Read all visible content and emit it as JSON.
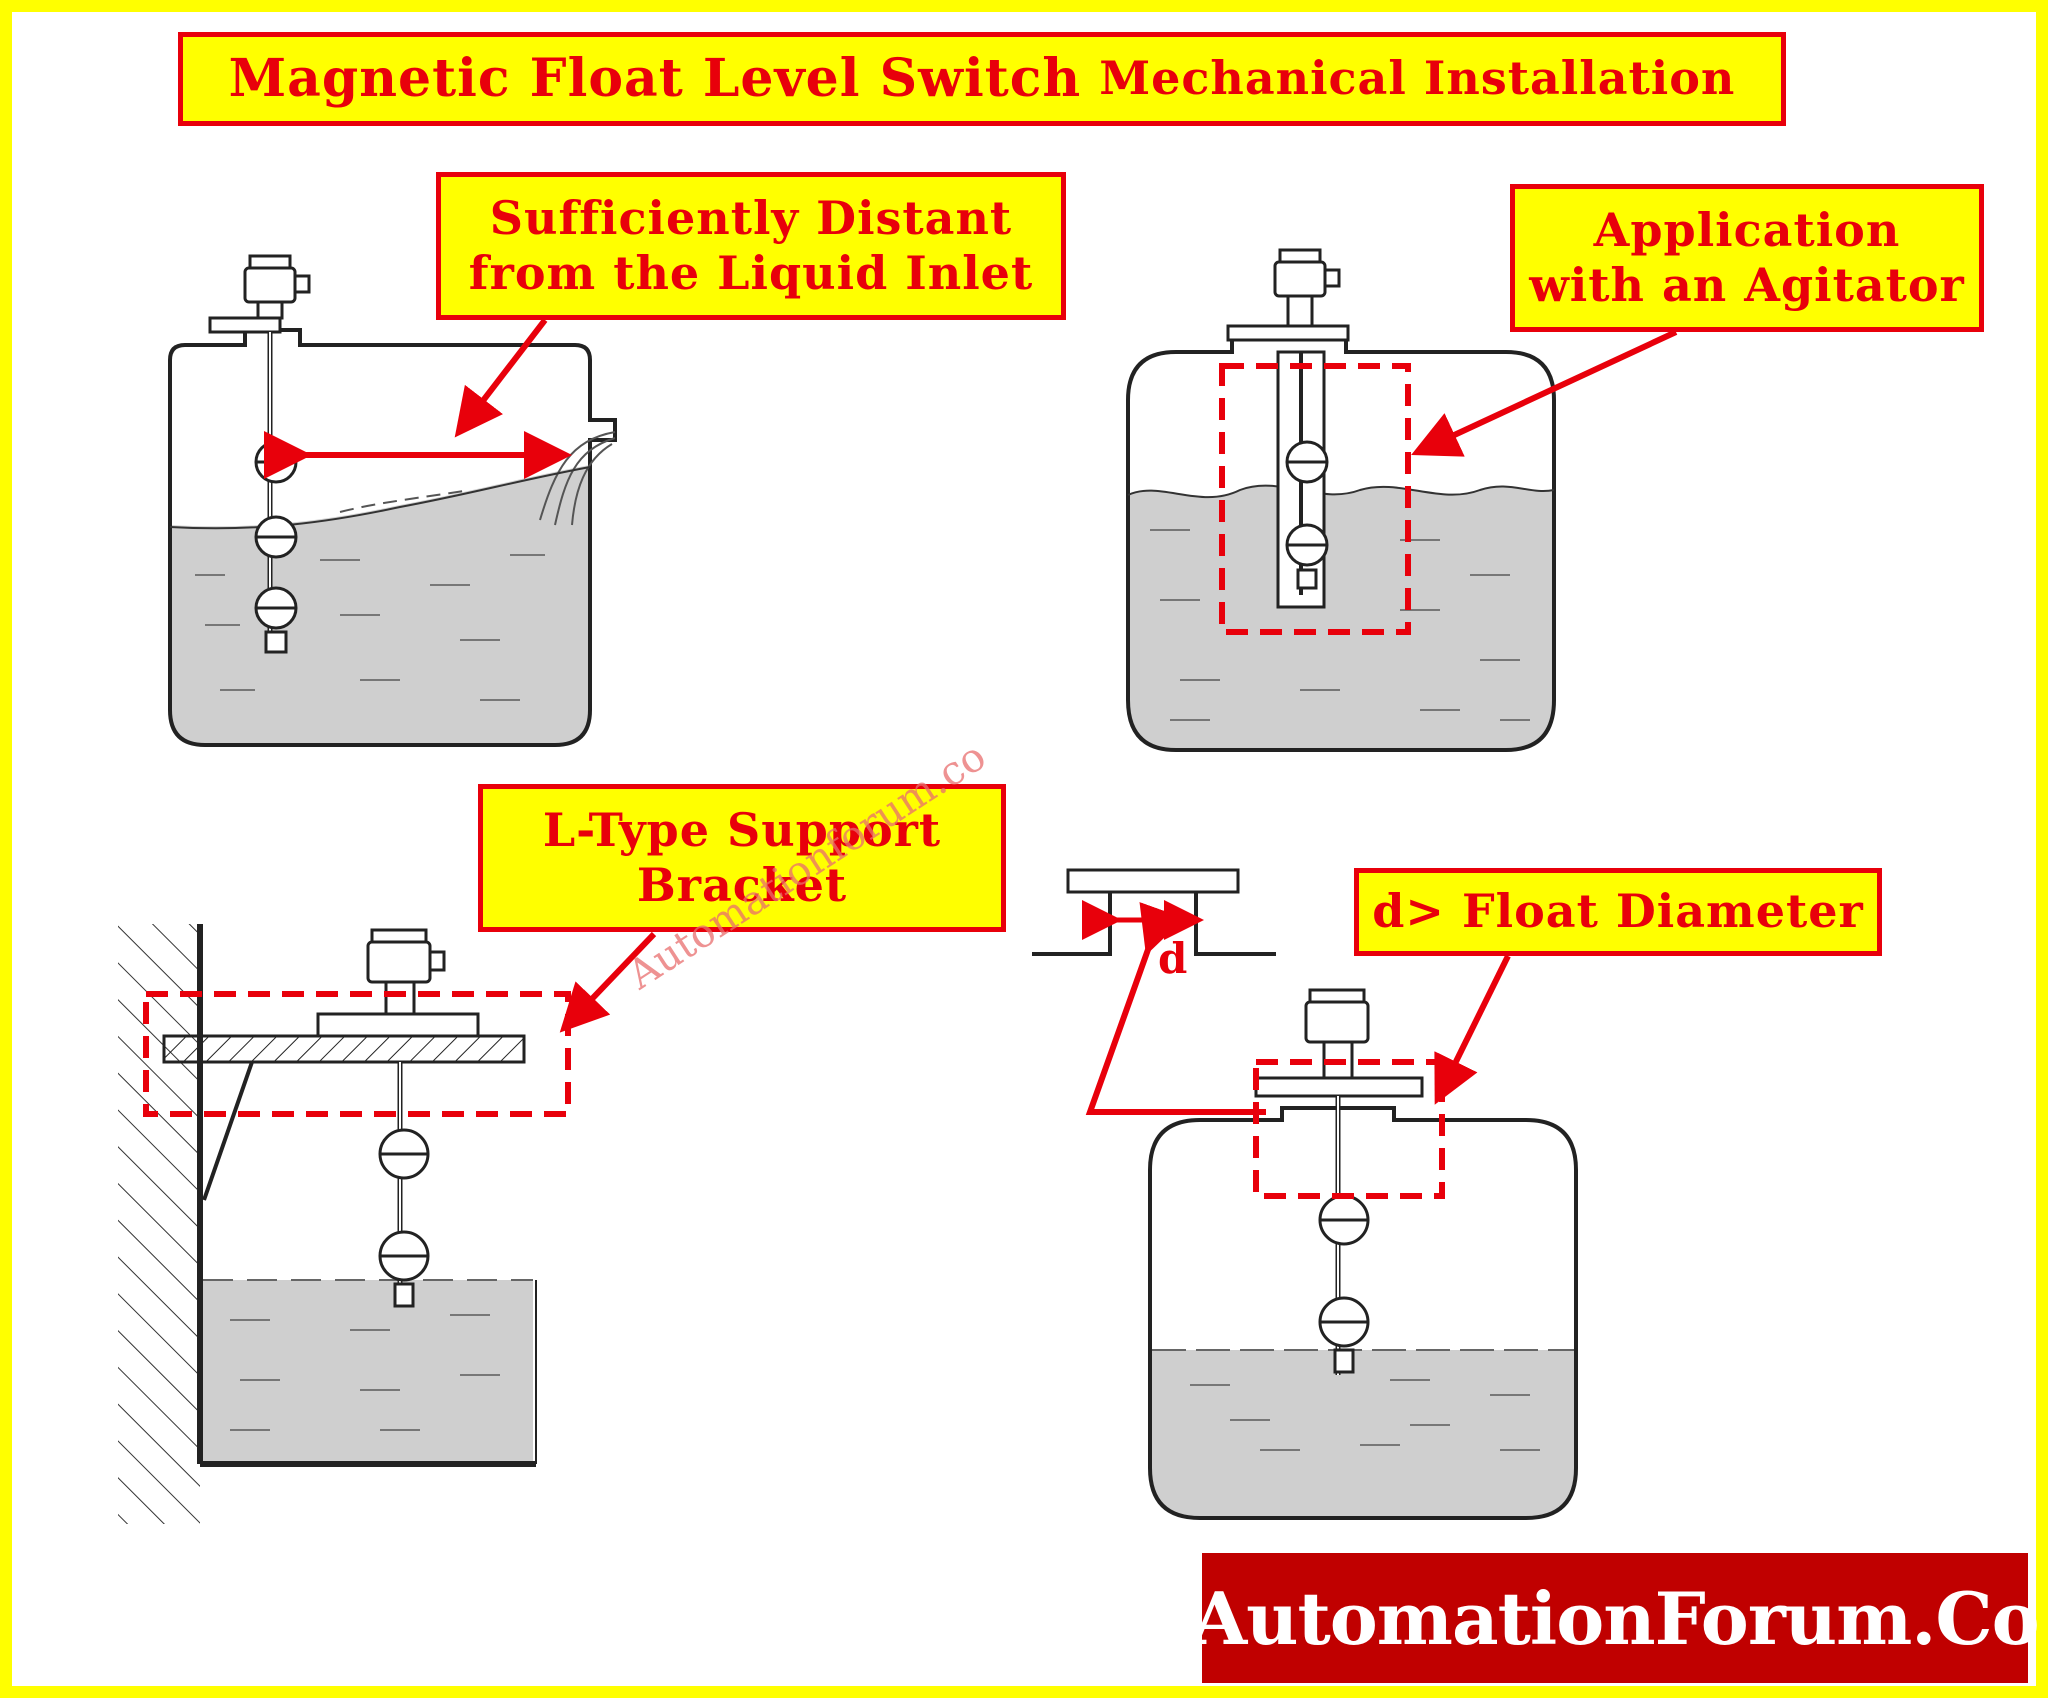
{
  "title": {
    "main": "Magnetic Float Level Switch",
    "sub": "Mechanical Installation"
  },
  "callouts": {
    "distant_inlet": [
      "Sufficiently Distant",
      "from the Liquid Inlet"
    ],
    "agitator": [
      "Application",
      "with an Agitator"
    ],
    "l_bracket": [
      "L-Type Support",
      "Bracket"
    ],
    "float_diameter": "d> Float Diameter"
  },
  "dimension_label": "d",
  "watermark": "Automationforum.co",
  "brand": "AutomationForum.Co",
  "colors": {
    "frame": "#ffff00",
    "callout_bg": "#ffff00",
    "accent_red": "#e8000b",
    "liquid": "#cfcfcf",
    "brand_bg": "#c00000",
    "brand_text": "#ffffff"
  }
}
